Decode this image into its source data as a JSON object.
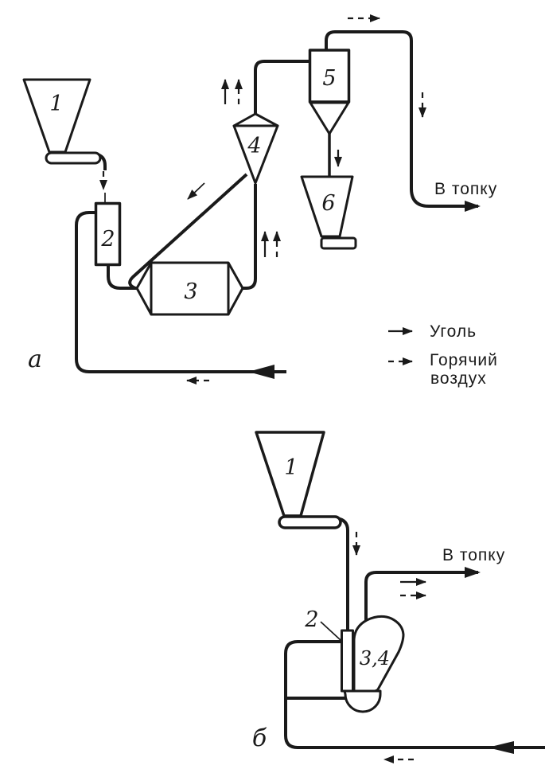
{
  "figure": {
    "panel_a": {
      "panel_label": "а",
      "to_furnace_label": "В топку",
      "items": {
        "hopper": "1",
        "dryer": "2",
        "mill": "3",
        "separator": "4",
        "cyclone": "5",
        "bunker": "6"
      }
    },
    "panel_b": {
      "panel_label": "б",
      "to_furnace_label": "В топку",
      "items": {
        "hopper": "1",
        "separator": "2",
        "mill_fan": "3,4"
      }
    },
    "legend": {
      "coal_label": "Уголь",
      "hot_air_label_line1": "Горячий",
      "hot_air_label_line2": "воздух"
    },
    "colors": {
      "ink": "#1a1a1a",
      "background": "#ffffff"
    }
  }
}
